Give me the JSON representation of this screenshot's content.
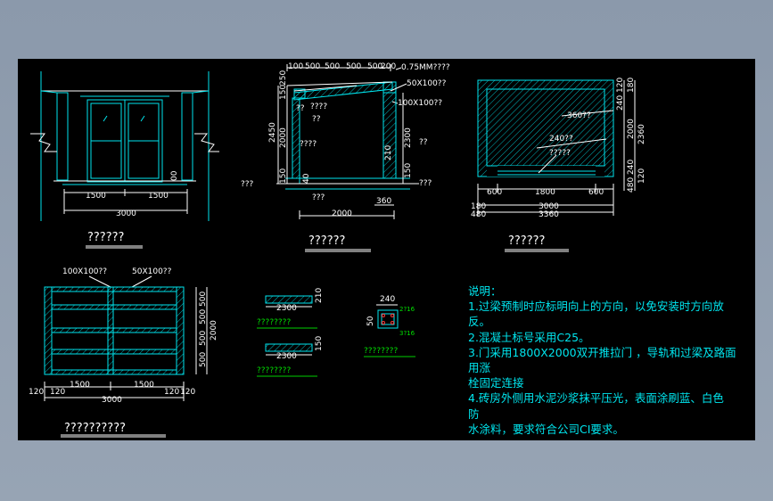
{
  "views": {
    "front": {
      "title": "??????",
      "dims": [
        "1500",
        "1500",
        "3000"
      ]
    },
    "side": {
      "title": "??????",
      "dims_top": [
        "100",
        "500",
        "500",
        "500",
        "500",
        "200"
      ],
      "roof_label": "0.75MM????",
      "beam1": "50X100??",
      "beam2": "100X100??",
      "dims_left": [
        "150",
        "250",
        "2450",
        "2000",
        "150"
      ],
      "dims_right": [
        "2300",
        "210",
        "150"
      ],
      "marks": [
        "??",
        "????",
        "????",
        "??",
        "??",
        "???",
        "???"
      ],
      "bottom_dims": [
        "360",
        "2000"
      ]
    },
    "plan": {
      "title": "??????",
      "wall_labels": [
        "360??",
        "240??",
        "?????"
      ],
      "dims_bottom": [
        "600",
        "1800",
        "600",
        "3000",
        "3360"
      ],
      "dims_side": [
        "120",
        "240",
        "180",
        "2000",
        "2360",
        "240",
        "120",
        "480"
      ],
      "edge_dims": [
        "180",
        "480"
      ]
    },
    "roof": {
      "title": "??????????",
      "beam1": "100X100??",
      "beam2": "50X100??",
      "dims_bottom": [
        "120",
        "120",
        "1500",
        "1500",
        "120",
        "120",
        "3000"
      ],
      "dims_side": [
        "500",
        "500",
        "500",
        "500",
        "2000"
      ]
    },
    "details": {
      "d1_title": "????????",
      "d2_title": "????????",
      "d3_title": "????????",
      "d1_dims": [
        "2300",
        "210"
      ],
      "d2_dims": [
        "2300",
        "150"
      ],
      "d3_dims": [
        "240",
        "2?16",
        "50",
        "3?16"
      ]
    }
  },
  "notes": {
    "heading": "说明：",
    "lines": [
      "1.过梁预制时应标明向上的方向，以免安装时方向放",
      "反。",
      "2.混凝土标号采用C25。",
      "3.门采用1800X2000双开推拉门  ，导轨和过梁及路面",
      "用涨",
      "   栓固定连接",
      "4.砖房外侧用水泥沙浆抹平压光，表面涂刷蓝、白色",
      "防",
      "  水涂料，要求符合公司CI要求。"
    ]
  },
  "colors": {
    "background": "#000000",
    "frame": "#8b99ab",
    "line": "#00e5ee",
    "text": "#ffffff",
    "accent": "#00d000"
  }
}
